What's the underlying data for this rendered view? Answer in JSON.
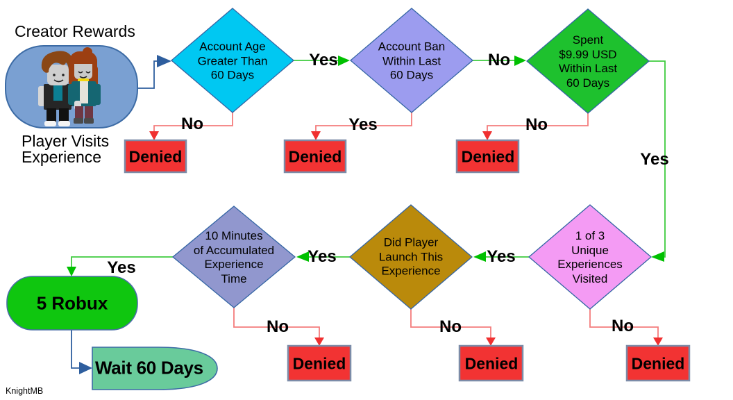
{
  "title": "Creator Rewards",
  "credit": "KnightMB",
  "colors": {
    "line_yes": "#3ecb3e",
    "arrow_yes": "#00c000",
    "line_deny": "#f47c7c",
    "arrow_deny": "#f03030",
    "line_flow": "#2e5e9e",
    "node_border": "#3465a4",
    "denied_border": "#7c8ca8"
  },
  "nodes": {
    "start": {
      "type": "start",
      "caption": "Player Visits\nExperience",
      "image": "roblox-avatars",
      "color": "#7aa0d2"
    },
    "account_age": {
      "type": "decision",
      "label": "Account Age\nGreater Than\n60 Days",
      "color": "#00c8f2"
    },
    "account_ban": {
      "type": "decision",
      "label": "Account Ban\nWithin Last\n60 Days",
      "color": "#9c9cef"
    },
    "spent": {
      "type": "decision",
      "label": "Spent\n$9.99 USD\nWithin Last\n60 Days",
      "color": "#1ec12e"
    },
    "unique": {
      "type": "decision",
      "label": "1 of 3\nUnique\nExperiences\nVisited",
      "color": "#f49bf4"
    },
    "launch": {
      "type": "decision",
      "label": "Did Player\nLaunch This\nExperience",
      "color": "#ba8a0b"
    },
    "time": {
      "type": "decision",
      "label": "10 Minutes\nof Accumulated\nExperience\nTime",
      "color": "#9197ce"
    },
    "robux": {
      "type": "outcome",
      "label": "5 Robux",
      "color": "#0fc60f"
    },
    "wait": {
      "type": "delay",
      "label": "Wait 60 Days",
      "color": "#69cb9b"
    },
    "denied": {
      "type": "terminal",
      "label": "Denied",
      "color": "#f23333"
    }
  },
  "edges": [
    {
      "from": "start",
      "to": "account_age",
      "label": ""
    },
    {
      "from": "account_age",
      "to": "account_ban",
      "label": "Yes"
    },
    {
      "from": "account_age",
      "to": "denied_1",
      "label": "No"
    },
    {
      "from": "account_ban",
      "to": "spent",
      "label": "No"
    },
    {
      "from": "account_ban",
      "to": "denied_2",
      "label": "Yes"
    },
    {
      "from": "spent",
      "to": "unique",
      "label": "Yes"
    },
    {
      "from": "spent",
      "to": "denied_3",
      "label": "No"
    },
    {
      "from": "unique",
      "to": "launch",
      "label": "Yes"
    },
    {
      "from": "unique",
      "to": "denied_4",
      "label": "No"
    },
    {
      "from": "launch",
      "to": "time",
      "label": "Yes"
    },
    {
      "from": "launch",
      "to": "denied_5",
      "label": "No"
    },
    {
      "from": "time",
      "to": "robux",
      "label": "Yes"
    },
    {
      "from": "time",
      "to": "denied_6",
      "label": "No"
    },
    {
      "from": "robux",
      "to": "wait",
      "label": ""
    }
  ]
}
